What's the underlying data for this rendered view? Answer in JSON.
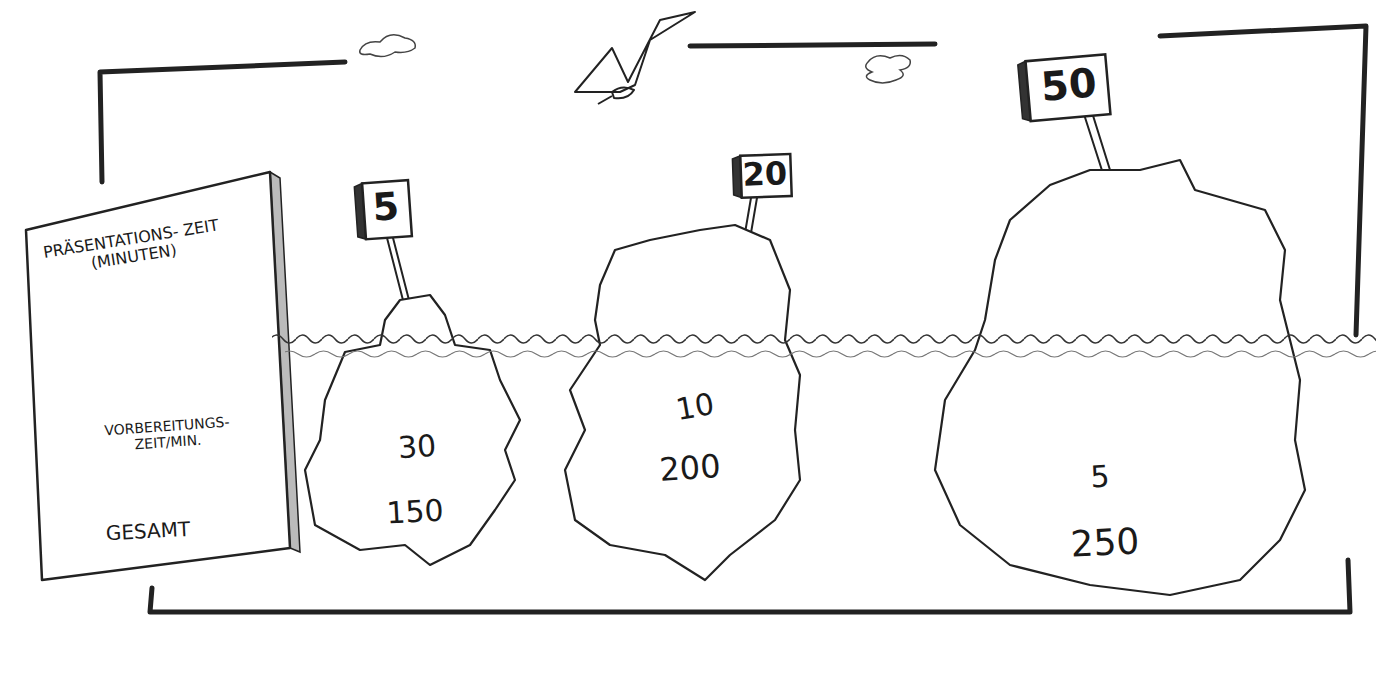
{
  "diagram": {
    "nodes": [
      {
        "text": [
          "PRÄSENTATIONS- ZEIT (MINUTEN)",
          "VORBEREITUNGS- ZEIT/MIN.",
          "GESAMT"
        ]
      },
      {
        "text": [
          "5"
        ]
      },
      {
        "text": [
          "30",
          "150"
        ]
      },
      {
        "text": [
          "20"
        ]
      },
      {
        "text": [
          "10",
          "200"
        ]
      },
      {
        "text": [
          "50"
        ]
      },
      {
        "text": [
          "5",
          "250"
        ]
      }
    ]
  }
}
